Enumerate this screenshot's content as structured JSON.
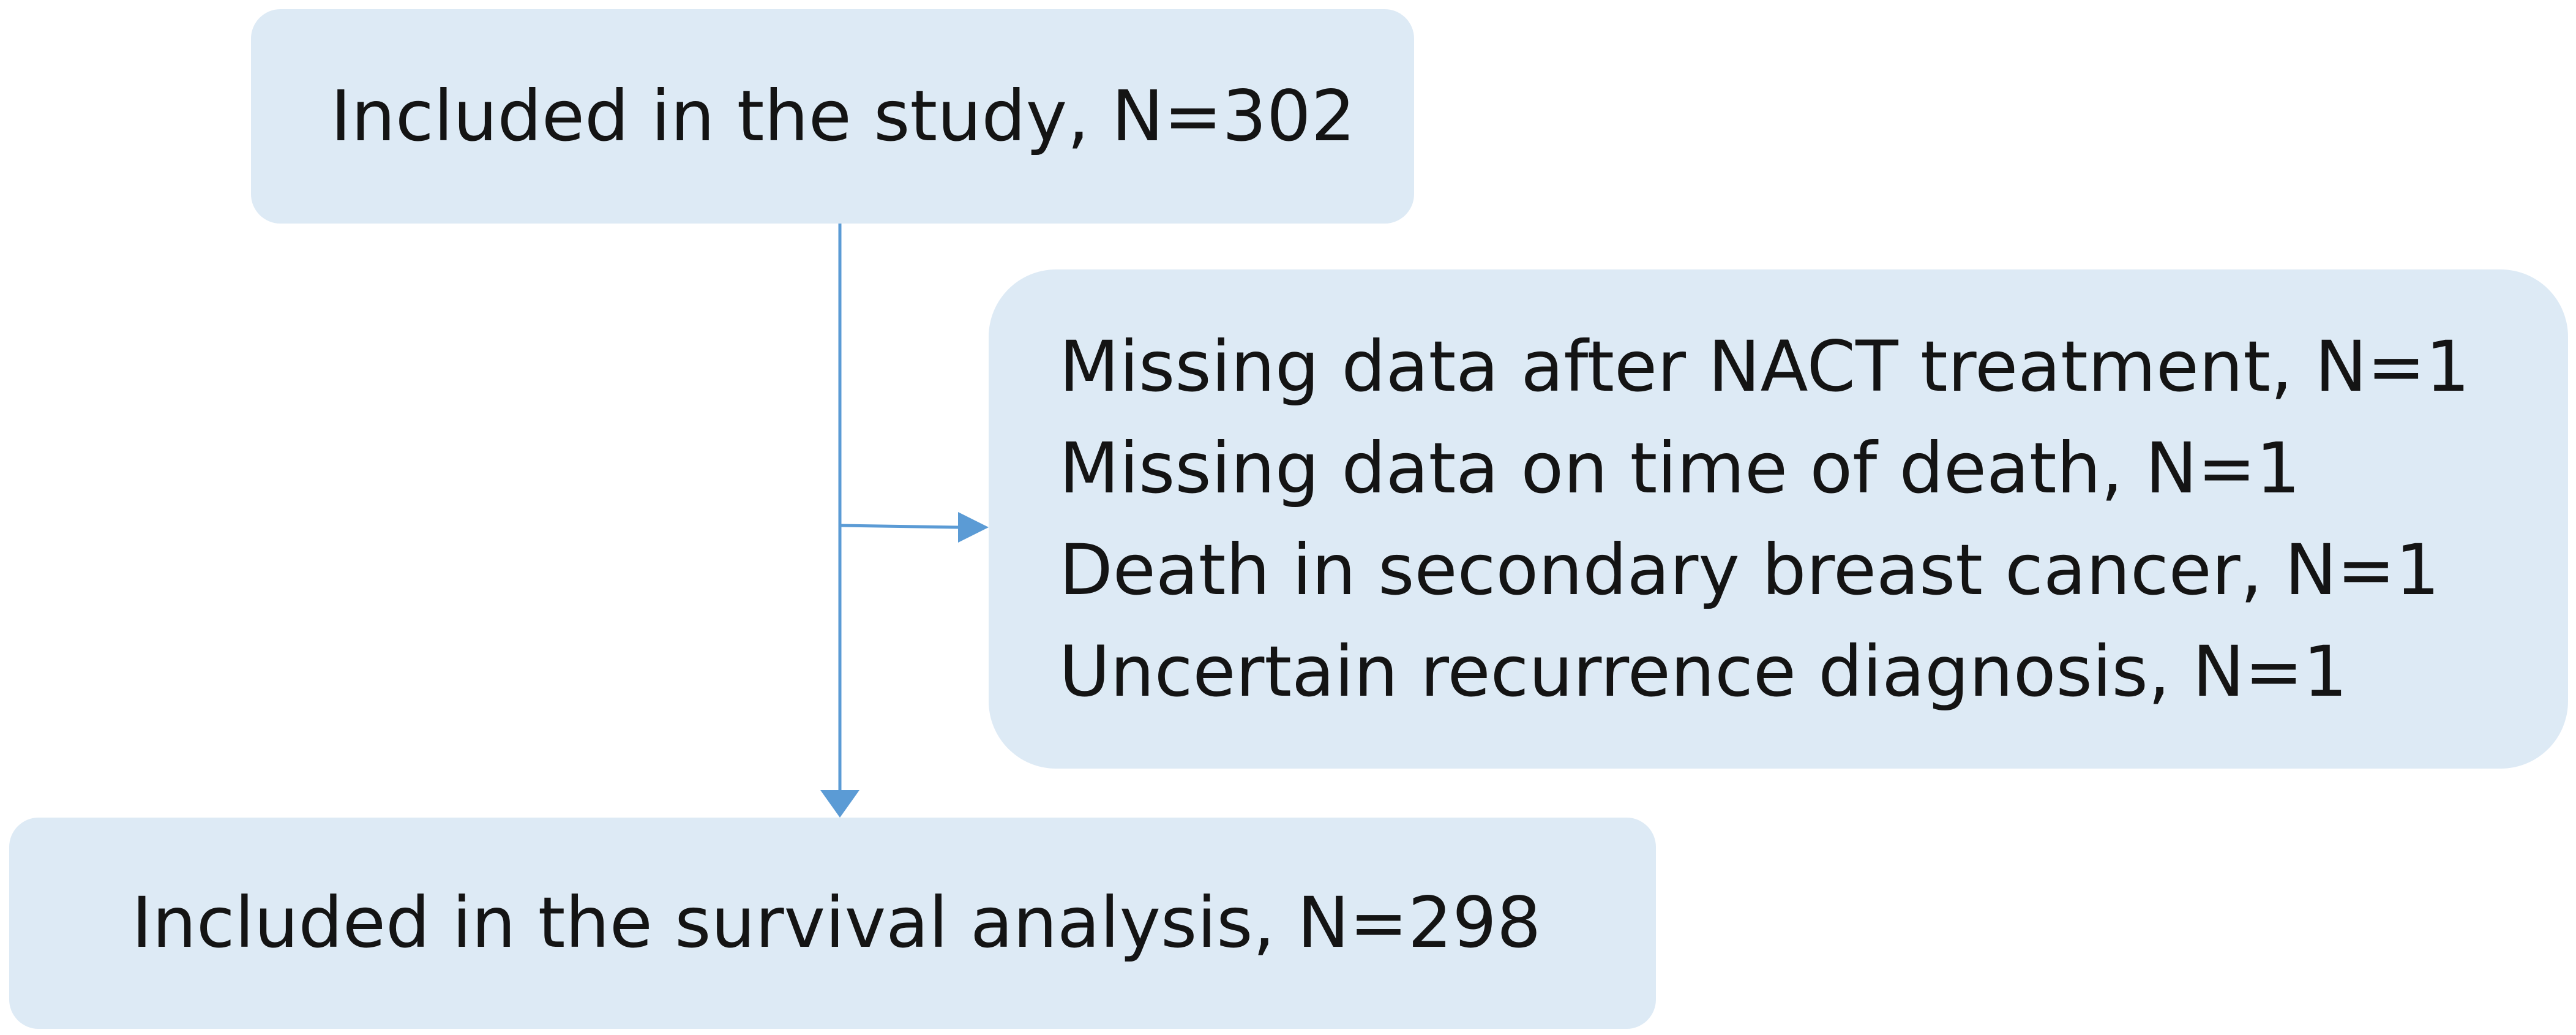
{
  "flowchart": {
    "top_box": {
      "text": "Included in the study, N=302"
    },
    "excluded_box": {
      "lines": [
        "Missing data after NACT treatment, N=1",
        "Missing data on time of death, N=1",
        "Death in secondary breast cancer, N=1",
        "Uncertain recurrence diagnosis, N=1"
      ]
    },
    "bottom_box": {
      "text": "Included in the survival analysis, N=298"
    },
    "colors": {
      "box_fill": "#ddeaf5",
      "connector": "#5b9bd5",
      "text": "#141414"
    }
  }
}
